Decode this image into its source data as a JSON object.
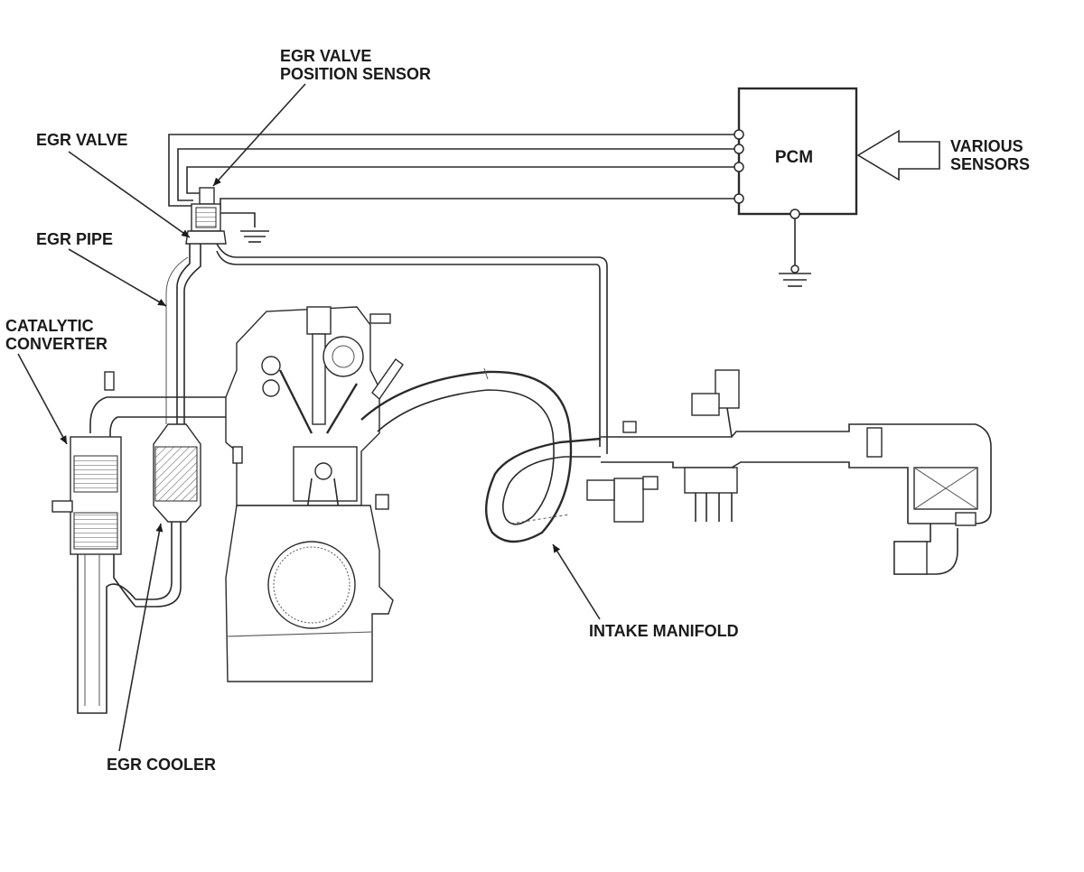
{
  "labels": {
    "egr_valve_position_sensor_line1": "EGR VALVE",
    "egr_valve_position_sensor_line2": "POSITION SENSOR",
    "egr_valve": "EGR VALVE",
    "egr_pipe": "EGR PIPE",
    "catalytic_converter_line1": "CATALYTIC",
    "catalytic_converter_line2": "CONVERTER",
    "pcm": "PCM",
    "various_sensors_line1": "VARIOUS",
    "various_sensors_line2": "SENSORS",
    "intake_manifold": "INTAKE MANIFOLD",
    "egr_cooler": "EGR COOLER"
  },
  "colors": {
    "line": "#2a2a2a",
    "background": "#ffffff"
  }
}
